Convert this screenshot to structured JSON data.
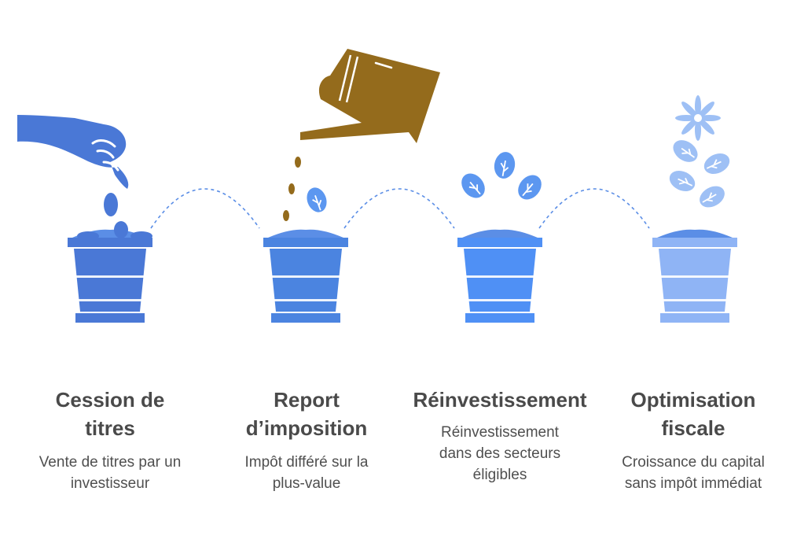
{
  "colors": {
    "pot_1": "#4a78d6",
    "pot_2": "#4b84e0",
    "pot_3": "#4f90f5",
    "pot_4": "#8fb4f5",
    "soil": "#5b8ee6",
    "hand": "#4a78d6",
    "watering_can": "#946b1c",
    "leaf": "#5c97f0",
    "leaf_light": "#9ec0f5",
    "connector": "#5b8ee6",
    "title": "#4a4a4a",
    "text": "#4f4f4f"
  },
  "steps": [
    {
      "title": "Cession de titres",
      "description": "Vente de titres par un investisseur",
      "icon": "hand-dropping-seeds-icon"
    },
    {
      "title": "Report d’imposition",
      "description": "Impôt différé sur la plus-value",
      "icon": "watering-can-icon"
    },
    {
      "title": "Réinvestissement",
      "description": "Réinvestissement dans des secteurs éligibles",
      "icon": "sprouting-leaves-icon"
    },
    {
      "title": "Optimisation fiscale",
      "description": "Croissance du capital sans impôt immédiat",
      "icon": "flower-icon"
    }
  ]
}
